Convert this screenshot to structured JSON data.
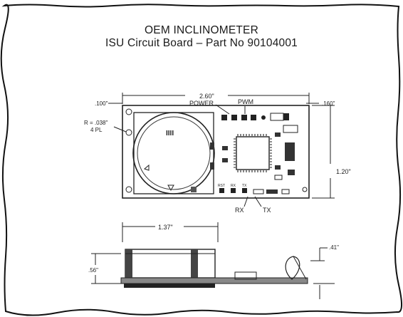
{
  "title_line1": "OEM INCLINOMETER",
  "title_line2": "ISU Circuit Board  – Part No  90104001",
  "top_view": {
    "dim_width": "2.60\"",
    "dim_left_margin": ".100\"",
    "dim_right_margin": ".160\"",
    "dim_height": "1.20\"",
    "dim_radius": "R = .038\"",
    "dim_radius_count": "4 PL",
    "label_power": "POWER",
    "label_pwm": "PWM",
    "label_rx": "RX",
    "label_tx": "TX",
    "sensor_marking": "IIII",
    "silk_rst": "RST",
    "silk_rx": "RX",
    "silk_tx": "TX"
  },
  "side_view": {
    "dim_width": "1.37\"",
    "dim_height": ".56\"",
    "dim_lead": ".41\""
  }
}
